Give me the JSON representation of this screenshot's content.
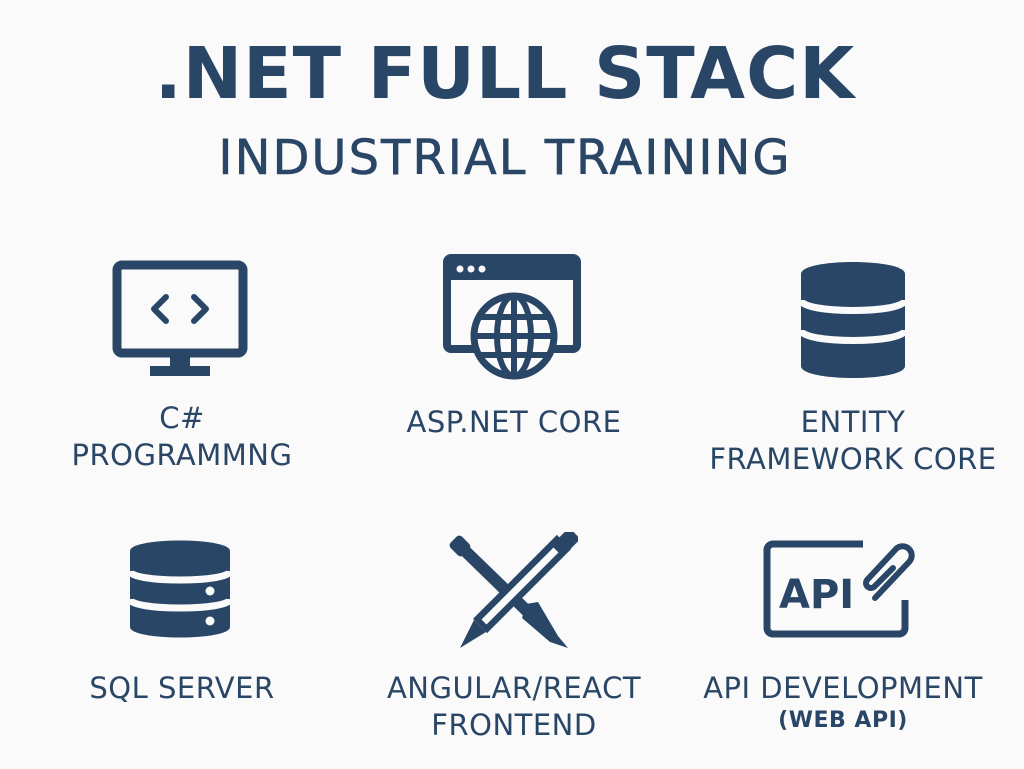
{
  "header": {
    "title": ".NET FULL STACK",
    "subtitle": "INDUSTRIAL TRAINING"
  },
  "colors": {
    "primary": "#2a4666",
    "background": "#fafafa"
  },
  "topics": [
    {
      "icon": "monitor-code-icon",
      "lines": [
        "C#",
        "PROGRAMMNG"
      ]
    },
    {
      "icon": "browser-globe-icon",
      "lines": [
        "ASP.NET CORE"
      ]
    },
    {
      "icon": "database-icon",
      "lines": [
        "ENTITY",
        "FRAMEWORK CORE"
      ]
    },
    {
      "icon": "server-database-icon",
      "lines": [
        "SQL SERVER"
      ]
    },
    {
      "icon": "brush-pencil-icon",
      "lines": [
        "ANGULAR/REACT",
        "FRONTEND"
      ]
    },
    {
      "icon": "api-paperclip-icon",
      "lines": [
        "API DEVELOPMENT"
      ],
      "note": "(WEB API)"
    }
  ]
}
